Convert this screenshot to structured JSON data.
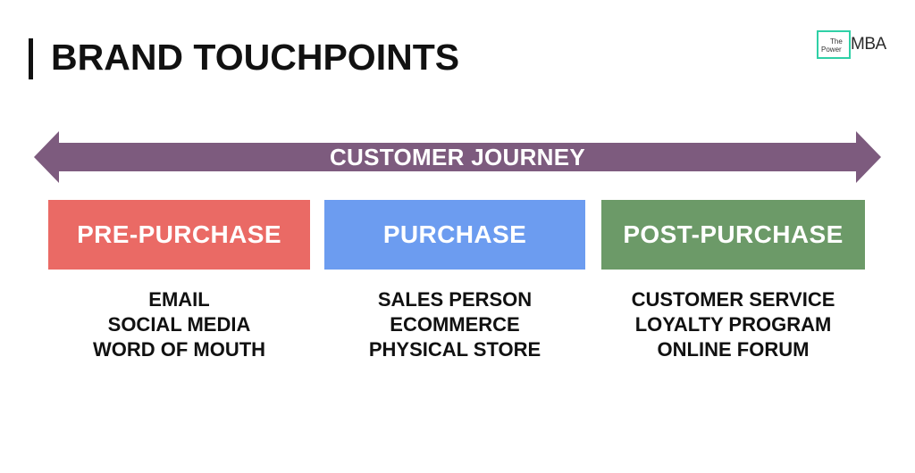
{
  "title": "BRAND TOUCHPOINTS",
  "logo": {
    "line1": "The",
    "line2": "Power",
    "line3": "MBA",
    "accent_color": "#2fd0a6"
  },
  "journey": {
    "label": "CUSTOMER JOURNEY",
    "color": "#7d5b7e",
    "direction": "bidirectional"
  },
  "stages": [
    {
      "name": "PRE-PURCHASE",
      "color": "#ea6a65",
      "items": [
        "EMAIL",
        "SOCIAL MEDIA",
        "WORD OF MOUTH"
      ]
    },
    {
      "name": "PURCHASE",
      "color": "#6c9cf0",
      "items": [
        "SALES PERSON",
        "ECOMMERCE",
        "PHYSICAL STORE"
      ]
    },
    {
      "name": "POST-PURCHASE",
      "color": "#6c9a68",
      "items": [
        "CUSTOMER SERVICE",
        "LOYALTY PROGRAM",
        "ONLINE FORUM"
      ]
    }
  ]
}
